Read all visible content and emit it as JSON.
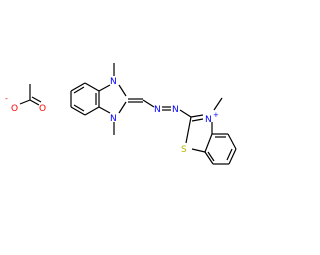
{
  "atoms": {
    "acetate_o_minus": "O",
    "acetate_minus_sign": "-",
    "acetate_o": "O",
    "bzi_n1": "N",
    "bzi_n3": "N",
    "azo_n1": "N",
    "azo_n2": "N",
    "bzt_s": "S",
    "bzt_n": "N",
    "bzt_plus_sign": "+"
  },
  "colors": {
    "bond": "#000000",
    "nitrogen": "#0000ff",
    "oxygen": "#ff0000",
    "sulfur": "#b8b800"
  }
}
